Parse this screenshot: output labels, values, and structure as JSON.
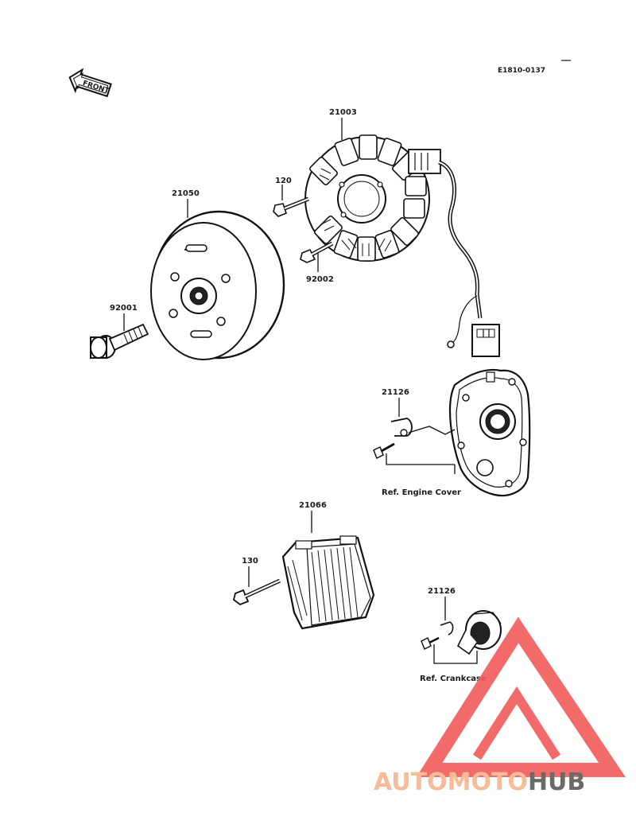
{
  "diagram_code": "E1810-0137",
  "front_badge": "FRONT",
  "parts": {
    "stator": "21003",
    "bolt_120": "120",
    "rotor": "21050",
    "bolt_92002": "92002",
    "bolt_92001": "92001",
    "clamp_upper": "21126",
    "regulator": "21066",
    "bolt_130": "130",
    "clamp_lower": "21126"
  },
  "refs": {
    "engine_cover": "Ref. Engine Cover",
    "crankcase": "Ref. Crankcase"
  },
  "watermark": {
    "text_a": "AUTOMOTO",
    "text_b": "HUB",
    "color_a": "#f6b58e",
    "color_b": "#5a5a5a",
    "triangle_color": "#f15a5a"
  }
}
